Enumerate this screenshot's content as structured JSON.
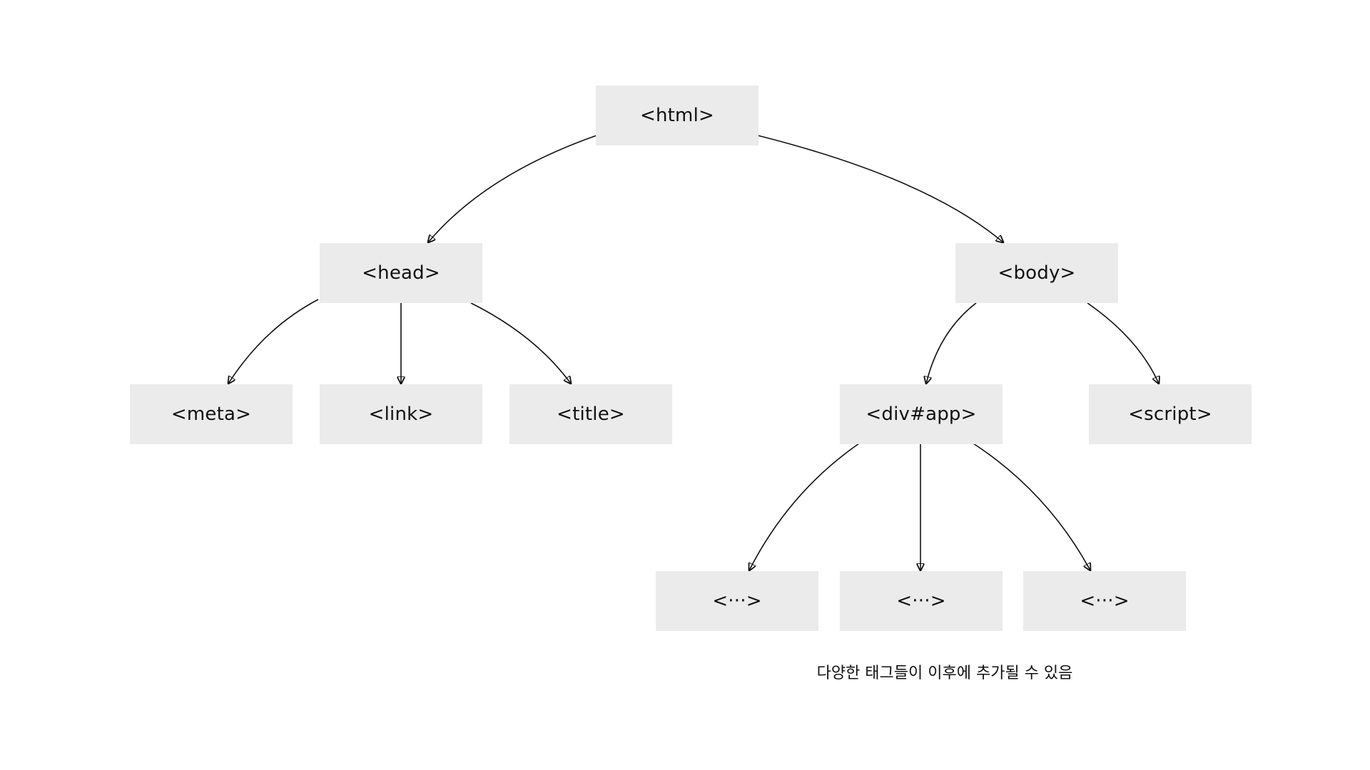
{
  "nodes": {
    "html": "<html>",
    "head": "<head>",
    "body": "<body>",
    "meta": "<meta>",
    "link": "<link>",
    "title": "<title>",
    "div_app": "<div#app>",
    "script": "<script>",
    "child_1": "<···>",
    "child_2": "<···>",
    "child_3": "<···>"
  },
  "edges": [
    {
      "from": "html",
      "to": "head"
    },
    {
      "from": "html",
      "to": "body"
    },
    {
      "from": "head",
      "to": "meta"
    },
    {
      "from": "head",
      "to": "link"
    },
    {
      "from": "head",
      "to": "title"
    },
    {
      "from": "body",
      "to": "div_app"
    },
    {
      "from": "body",
      "to": "script"
    },
    {
      "from": "div_app",
      "to": "child_1"
    },
    {
      "from": "div_app",
      "to": "child_2"
    },
    {
      "from": "div_app",
      "to": "child_3"
    }
  ],
  "caption": "다양한 태그들이 이후에 추가될 수 있음",
  "colors": {
    "node_fill": "#ebebeb",
    "line": "#111111",
    "background": "#ffffff"
  }
}
